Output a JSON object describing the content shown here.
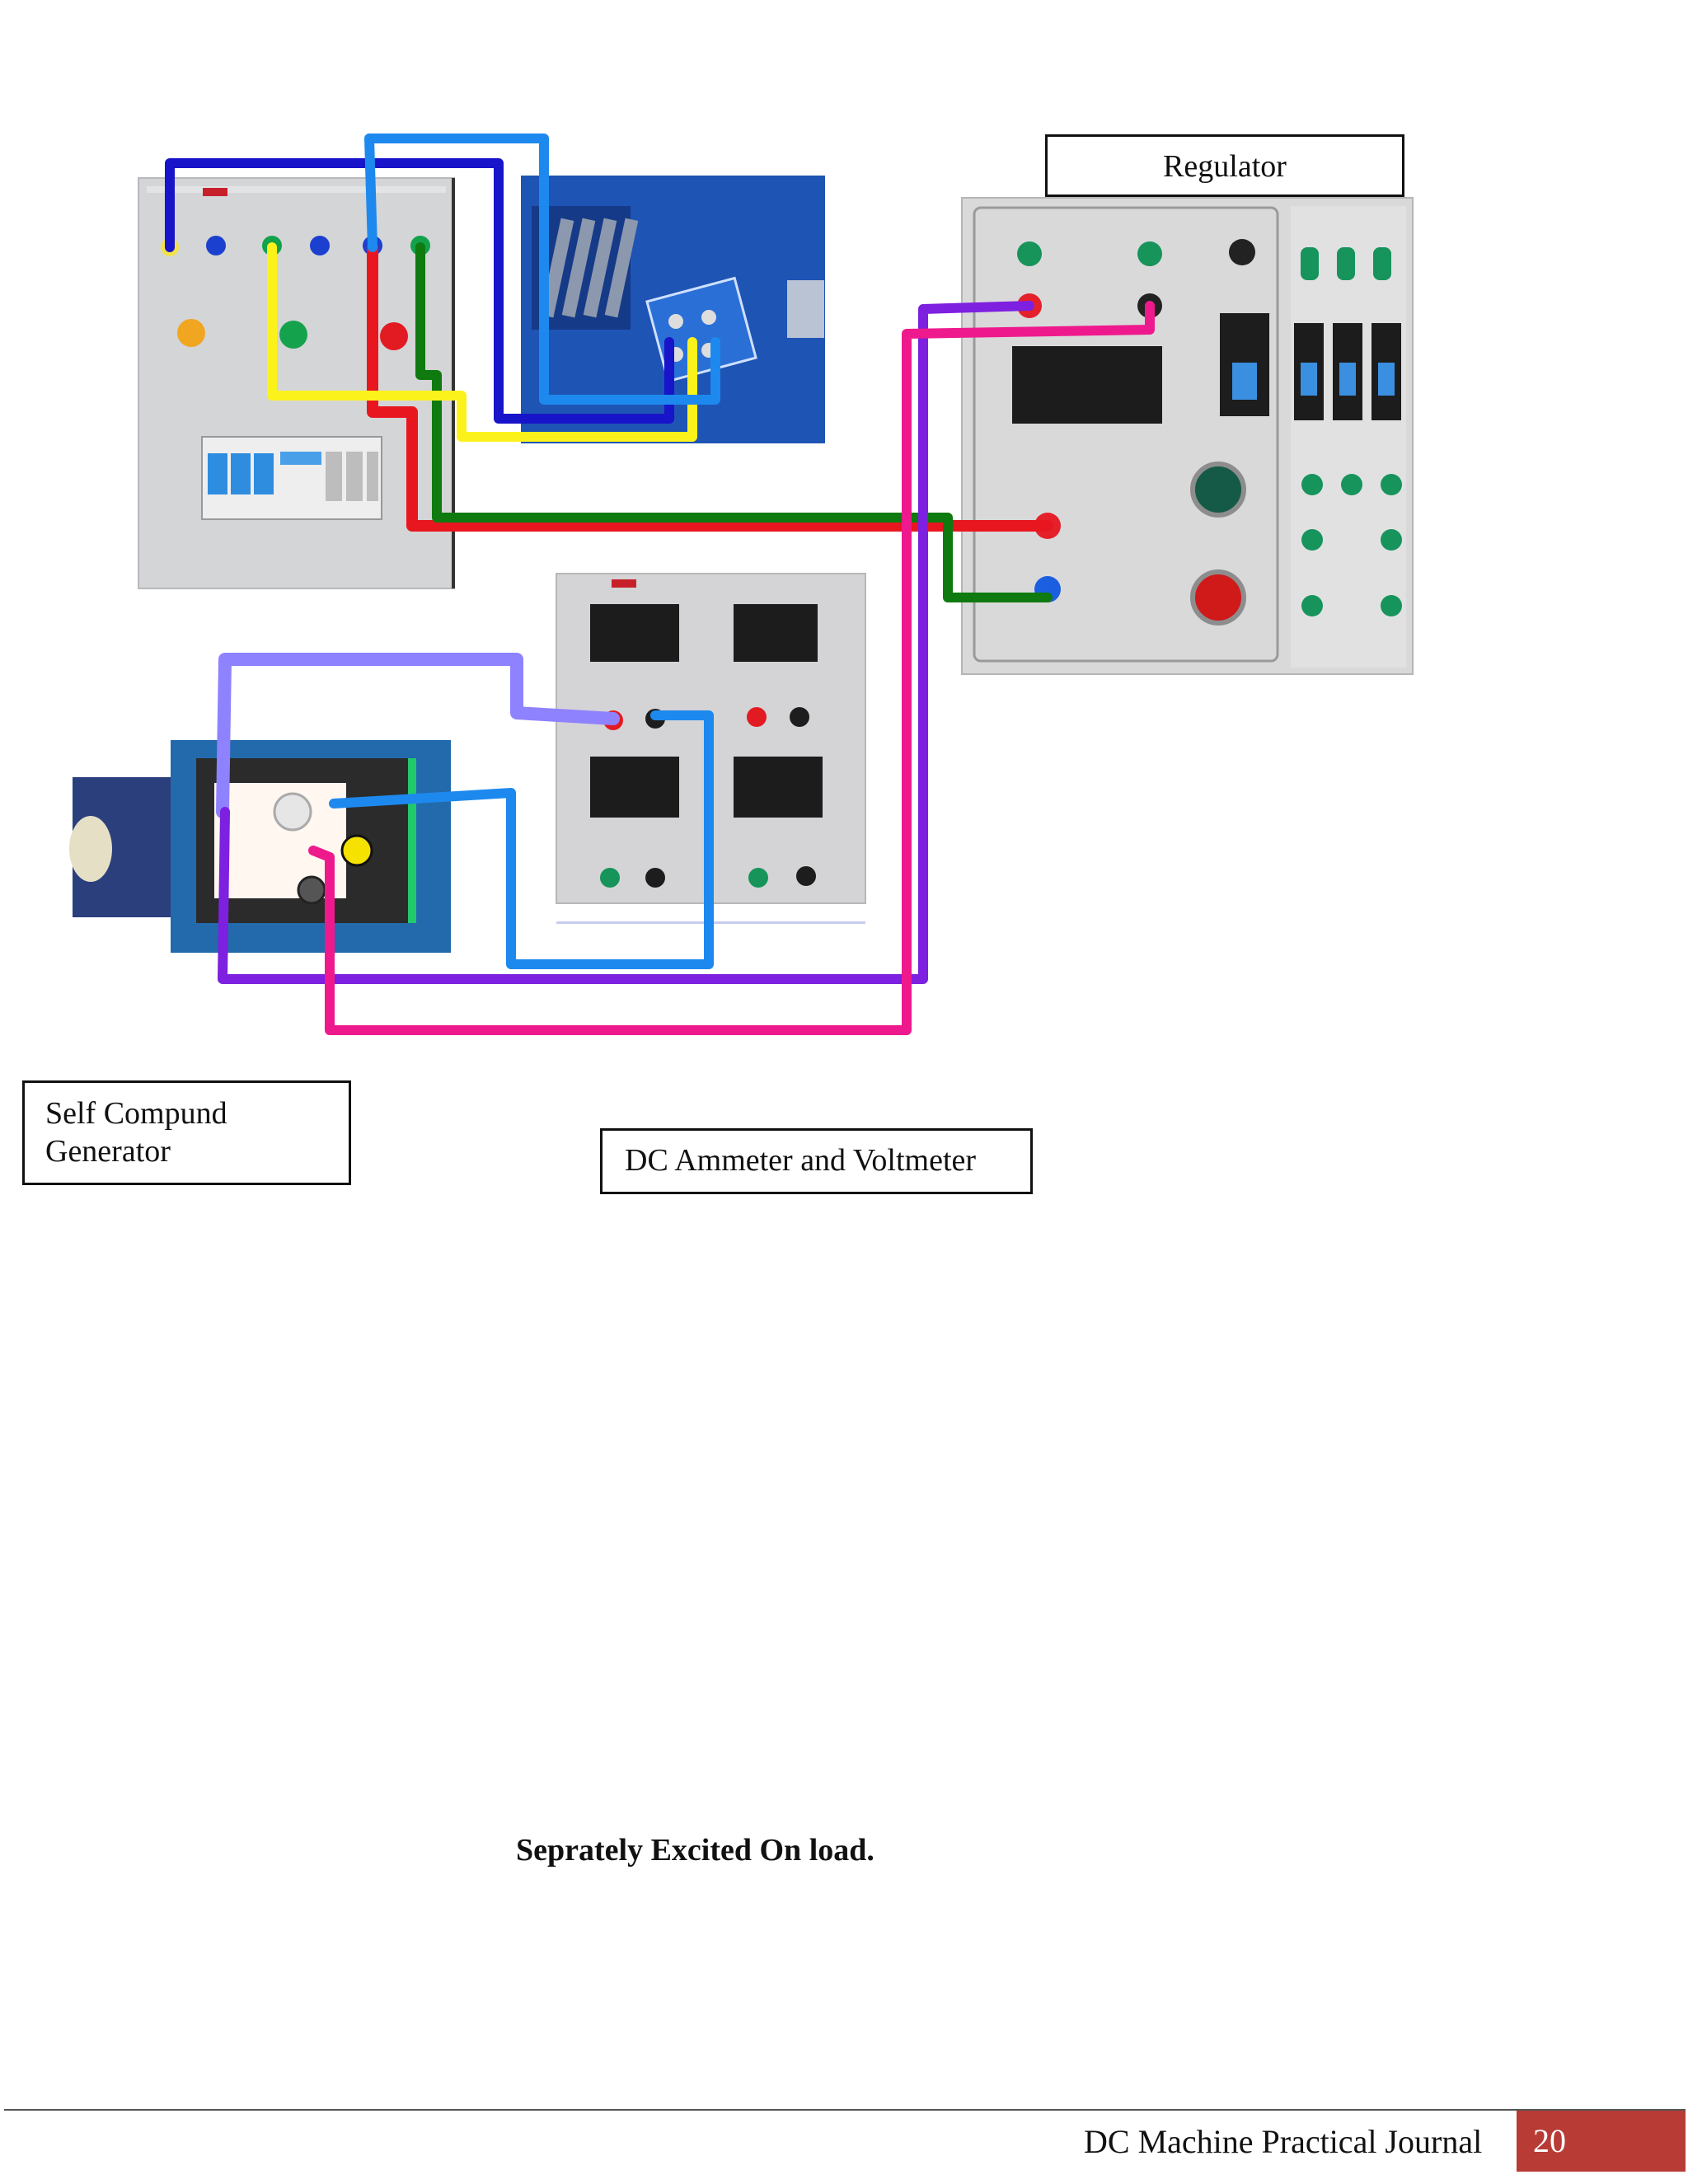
{
  "labels": {
    "regulator": "Regulator",
    "generator_line1": "Self Compund",
    "generator_line2": "Generator",
    "meter": "DC Ammeter and Voltmeter"
  },
  "caption": "Seprately Excited On load.",
  "footer": {
    "title": "DC Machine Practical Journal",
    "page_number": "20"
  },
  "wire_colors": {
    "red": "#e8171f",
    "green": "#0f7a0f",
    "yellow": "#fbf21b",
    "dark_blue": "#1714c9",
    "light_blue": "#1d89ee",
    "purple": "#7d20e0",
    "lavender": "#8f82ff",
    "pink": "#ee1a8d"
  },
  "accent_color": "#b83b36"
}
